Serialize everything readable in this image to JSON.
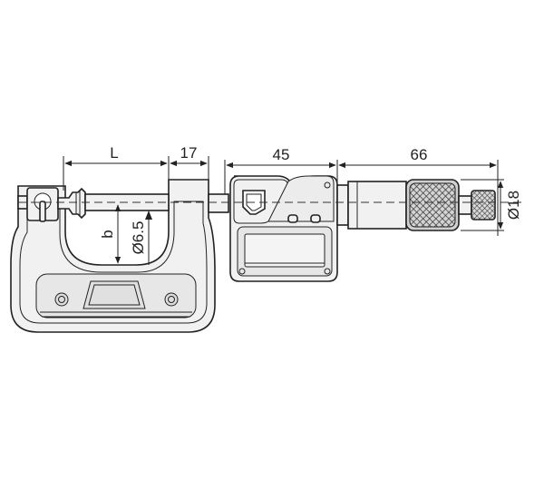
{
  "drawing": {
    "dimensions": {
      "L": "L",
      "d17": "17",
      "d45": "45",
      "d66": "66",
      "dia18": "Ø18",
      "b": "b",
      "dia65": "Ø6.5"
    }
  }
}
